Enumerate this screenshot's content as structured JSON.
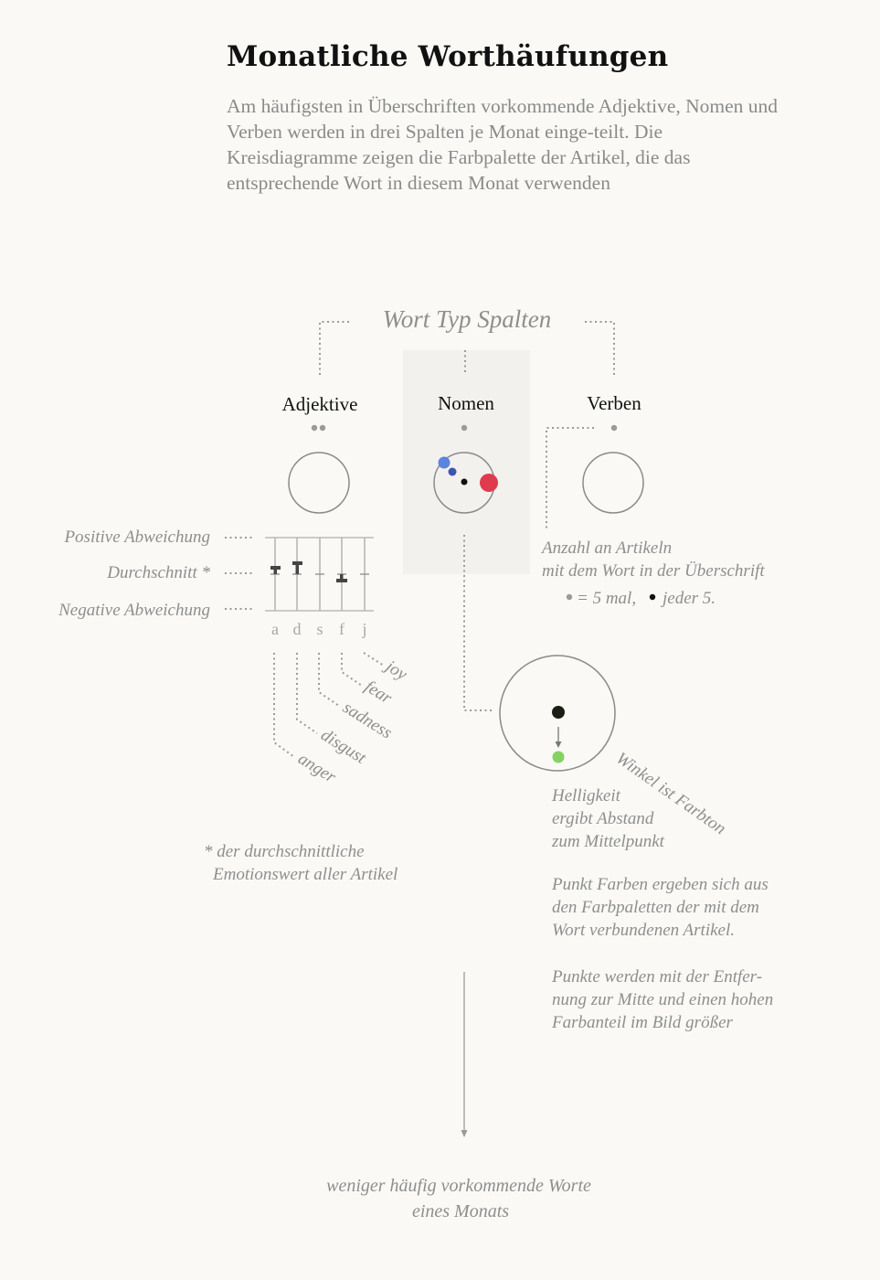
{
  "title": "Monatliche Worthäufungen",
  "intro": "Am häufigsten in Überschriften vorkommende Adjektive, Nomen und Verben werden in drei Spalten je Monat einge-teilt. Die Kreisdiagramme zeigen die Farbpalette der Artikel, die das entsprechende Wort in diesem Monat verwenden",
  "diagram": {
    "column_caption": "Wort Typ Spalten",
    "columns": [
      "Adjektive",
      "Nomen",
      "Verben"
    ],
    "bar_labels": {
      "positive": "Positive Abweichung",
      "average": "Durchschnitt *",
      "negative": "Negative Abweichung"
    },
    "emotion_letters": [
      "a",
      "d",
      "s",
      "f",
      "j"
    ],
    "emotion_names": [
      "joy",
      "fear",
      "sadness",
      "disgust",
      "anger"
    ],
    "count_note": [
      "Anzahl an Artikeln",
      "mit dem Wort in der Überschrift"
    ],
    "count_legend": {
      "grey": "= 5 mal,",
      "black": "jeder 5."
    },
    "footnote": [
      "* der durchschnittliche",
      "Emotionswert aller Artikel"
    ],
    "angle_note": "Winkel ist Farbton",
    "brightness_note": [
      "Helligkeit",
      "ergibt Abstand",
      "zum Mittelpunkt"
    ],
    "color_note": [
      "Punkt Farben ergeben sich aus",
      "den Farbpaletten der mit dem",
      "Wort verbundenen Artikel."
    ],
    "size_note": [
      "Punkte werden mit der Entfer-",
      "nung zur Mitte und einen hohen",
      "Farbanteil im Bild größer"
    ],
    "bottom_note": [
      "weniger häufig vorkommende Worte",
      "eines Monats"
    ]
  },
  "colors": {
    "background": "#faf9f6",
    "highlight": "#f3f1ee",
    "muted_text": "#8e8e8e",
    "dot_blue": "#5b84e0",
    "dot_darkblue": "#3d57b0",
    "dot_red": "#e03a4e",
    "dot_green": "#86d164",
    "dot_black": "#111111"
  }
}
